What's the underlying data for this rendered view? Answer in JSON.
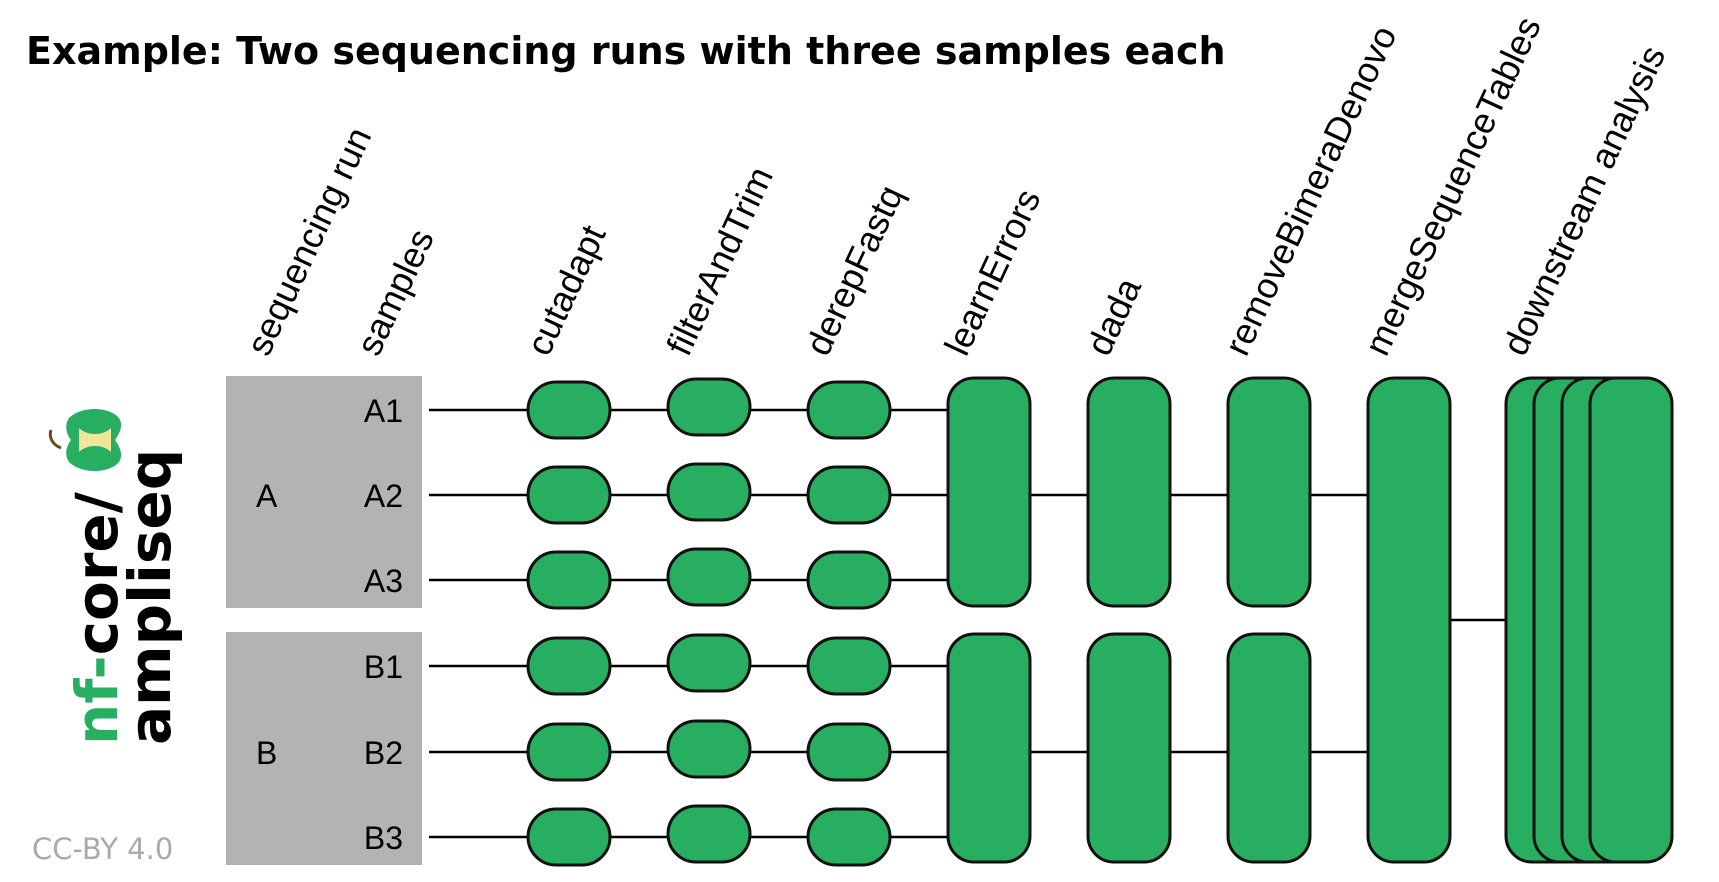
{
  "title": "Example: Two sequencing runs with three samples each",
  "columns": [
    "sequencing run",
    "samples",
    "cutadapt",
    "filterAndTrim",
    "derepFastq",
    "learnErrors",
    "dada",
    "removeBimeraDenovo",
    "mergeSequenceTables",
    "downstream analysis"
  ],
  "runs": [
    {
      "label": "A",
      "samples": [
        "A1",
        "A2",
        "A3"
      ]
    },
    {
      "label": "B",
      "samples": [
        "B1",
        "B2",
        "B3"
      ]
    }
  ],
  "logo": {
    "nf": "nf",
    "dash": "-",
    "core": "core/",
    "name": "ampliseq"
  },
  "license": "CC-BY 4.0",
  "colors": {
    "node": "#27ae60",
    "run_box": "#b3b3b3",
    "logo_green": "#27ae60",
    "logo_yellow": "#f1e59a"
  }
}
